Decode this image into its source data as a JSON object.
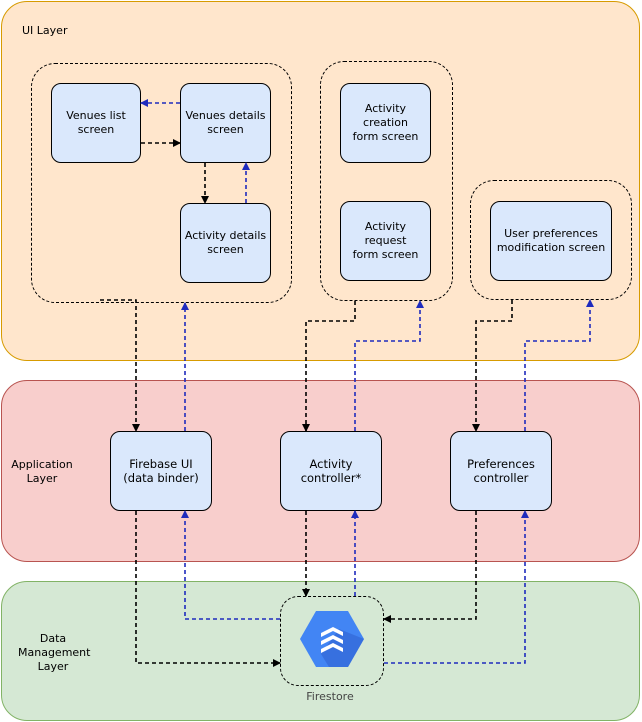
{
  "layers": {
    "ui": "UI Layer",
    "application": "Application\nLayer",
    "data": "Data\nManagement\nLayer"
  },
  "ui_nodes": {
    "venues_list": "Venues list\nscreen",
    "venues_details": "Venues details\nscreen",
    "activity_details": "Activity details\nscreen",
    "activity_creation": "Activity creation\nform screen",
    "activity_request": "Activity request\nform screen",
    "user_preferences": "User preferences\nmodification screen"
  },
  "app_nodes": {
    "firebase_ui": "Firebase UI\n(data binder)",
    "activity_controller": "Activity\ncontroller*",
    "preferences_controller": "Preferences\ncontroller"
  },
  "data_nodes": {
    "firestore": "Firestore"
  },
  "colors": {
    "request_arrow": "#000000",
    "response_arrow": "#1f2bbd",
    "ui_layer_fill": "#ffe6cc",
    "app_layer_fill": "#f8cecc",
    "data_layer_fill": "#d5e8d4",
    "node_fill": "#dae8fc",
    "firestore_brand": "#4285f4"
  },
  "icons": {
    "firestore": "firestore-logo-icon"
  }
}
